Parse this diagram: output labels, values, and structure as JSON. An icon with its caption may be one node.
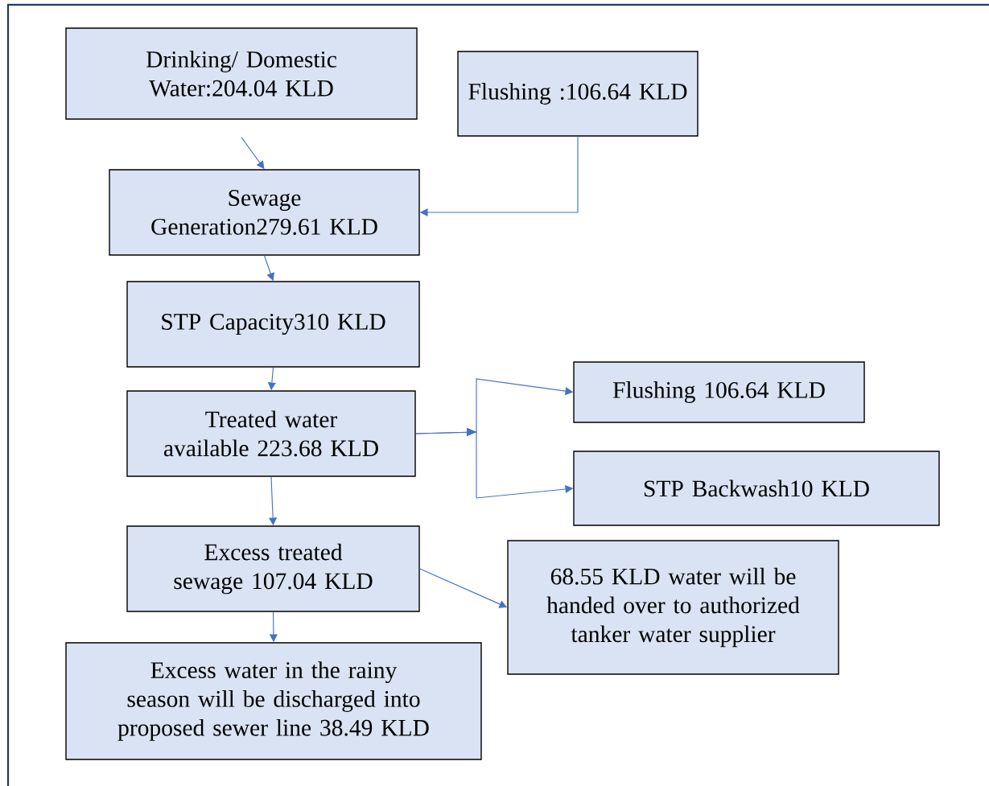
{
  "diagram": {
    "nodes": [
      {
        "text": [
          "Drinking/ Domestic Water:204.04 KLD"
        ]
      },
      {
        "text": [
          "Flushing :106.64 KLD"
        ]
      },
      {
        "text": [
          "Sewage Generation279.61 KLD"
        ]
      },
      {
        "text": [
          "STP Capacity310 KLD"
        ]
      },
      {
        "text": [
          "Treated water available 223.68 KLD"
        ]
      },
      {
        "text": [
          "Flushing 106.64 KLD"
        ]
      },
      {
        "text": [
          "STP Backwash10 KLD"
        ]
      },
      {
        "text": [
          "Excess treated sewage 107.04 KLD"
        ]
      },
      {
        "text": [
          "68.55 KLD water will be handed over to authorized tanker water supplier"
        ]
      },
      {
        "text": [
          "Excess water in the rainy season will be discharged into proposed sewer line  38.49 KLD"
        ]
      }
    ],
    "edges": [
      {
        "from": 0,
        "to": 2,
        "arrow": "to"
      },
      {
        "from": 1,
        "to": 2,
        "arrow": "to"
      },
      {
        "from": 2,
        "to": 3,
        "arrow": "to"
      },
      {
        "from": 3,
        "to": 4,
        "arrow": "to"
      },
      {
        "from": 4,
        "to": 5,
        "arrow": "to"
      },
      {
        "from": 4,
        "to": 6,
        "arrow": "to"
      },
      {
        "from": 4,
        "to": 7,
        "arrow": "to"
      },
      {
        "from": 7,
        "to": 8,
        "arrow": "to"
      },
      {
        "from": 7,
        "to": 9,
        "arrow": "to"
      }
    ]
  }
}
